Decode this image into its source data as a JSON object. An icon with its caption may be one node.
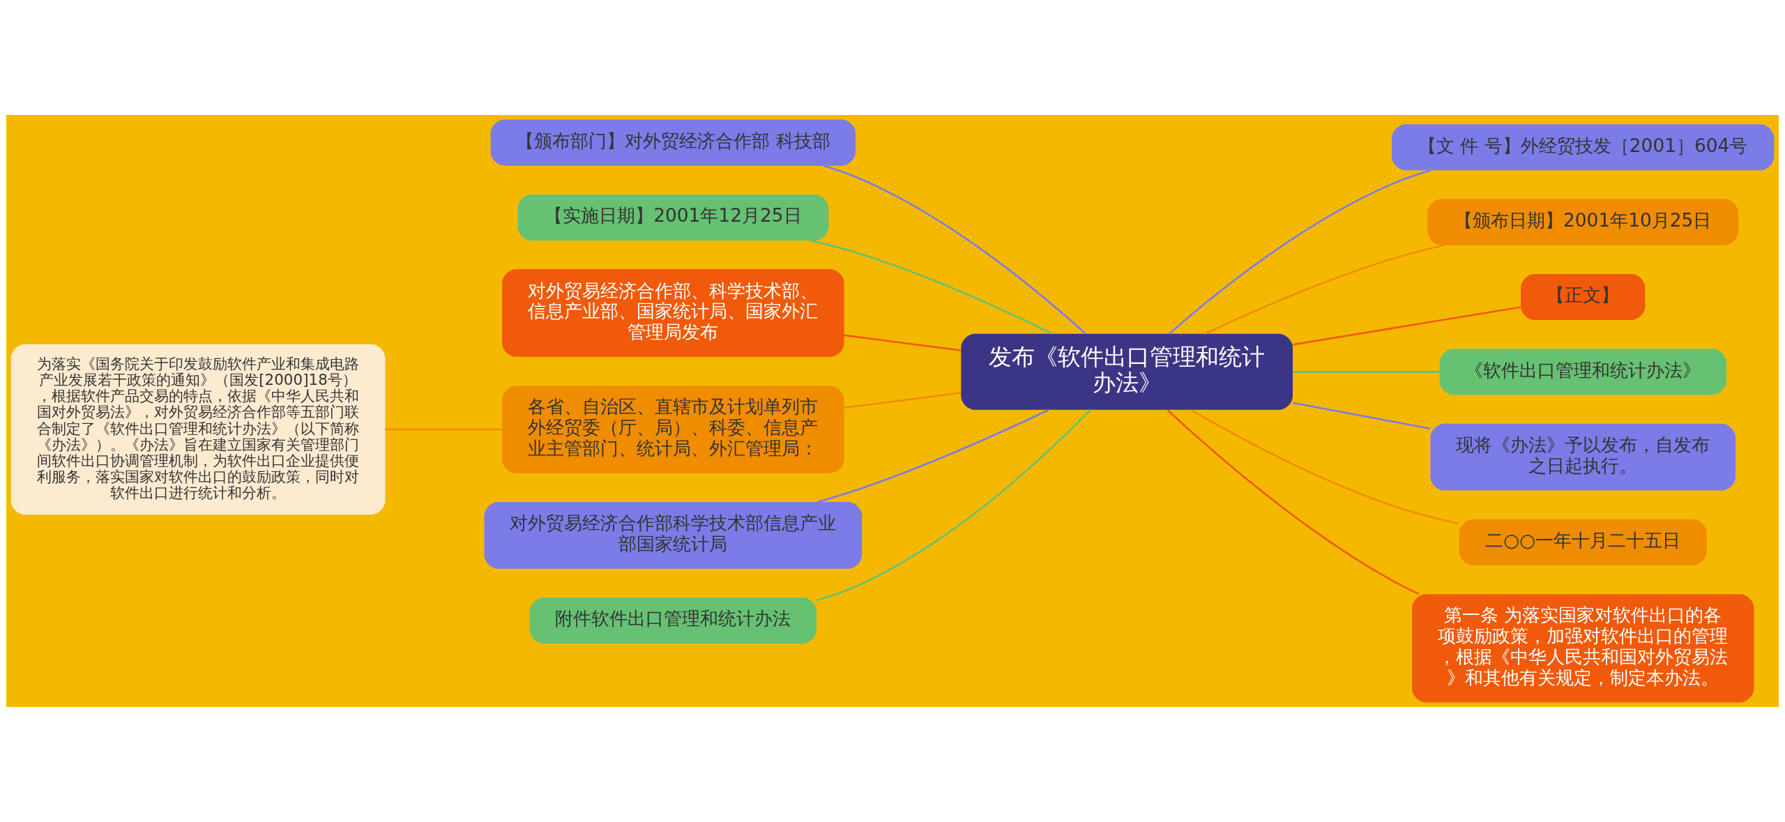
{
  "diagram": {
    "nodes": [
      {
        "text": [
          "发布《软件出口管理和统计办法》"
        ]
      },
      {
        "text": [
          "【颁布部门】对外贸经济合作部 科技部"
        ]
      },
      {
        "text": [
          "【实施日期】2001年12月25日"
        ]
      },
      {
        "text": [
          "对外贸易经济合作部、科学技术部、信息产业部、国家统计局、国家外汇管理局发布"
        ]
      },
      {
        "text": [
          "各省、自治区、直辖市及计划单列市外经贸委（厅、局）、科委、信息产业主管部门、统计局、外汇管理局："
        ]
      },
      {
        "text": [
          "为落实《国务院关于印发鼓励软件产业和集成电路产业发展若干政策的通知》（国发[2000]18号），根据软件产品交易的特点，依据《中华人民共和国对外贸易法》，对外贸易经济合作部等五部门联合制定了《软件出口管理和统计办法》（以下简称《办法》）。《办法》旨在建立国家有关管理部门间软件出口协调管理机制，为软件出口企业提供便利服务，落实国家对软件出口的鼓励政策，同时对软件出口进行统计和分析。"
        ]
      },
      {
        "text": [
          "对外贸易经济合作部科学技术部信息产业部国家统计局"
        ]
      },
      {
        "text": [
          "附件软件出口管理和统计办法"
        ]
      },
      {
        "text": [
          "【文 件 号】外经贸技发［2001］604号"
        ]
      },
      {
        "text": [
          "【颁布日期】2001年10月25日"
        ]
      },
      {
        "text": [
          "【正文】"
        ]
      },
      {
        "text": [
          "《软件出口管理和统计办法》"
        ]
      },
      {
        "text": [
          "现将《办法》予以发布，自发布之日起执行。"
        ]
      },
      {
        "text": [
          "二○○一年十月二十五日"
        ]
      },
      {
        "text": [
          "第一条 为落实国家对软件出口的各项鼓励政策，加强对软件出口的管理，根据《中华人民共和国对外贸易法》和其他有关规定，制定本办法。"
        ]
      }
    ],
    "edges": [
      {
        "from": 0,
        "to": 1,
        "arrow": "none",
        "color": "#7b7ce8"
      },
      {
        "from": 0,
        "to": 2,
        "arrow": "none",
        "color": "#66c172"
      },
      {
        "from": 0,
        "to": 3,
        "arrow": "none",
        "color": "#f05a0a"
      },
      {
        "from": 0,
        "to": 4,
        "arrow": "none",
        "color": "#f08c00"
      },
      {
        "from": 4,
        "to": 5,
        "arrow": "none",
        "color": "#f08c00"
      },
      {
        "from": 0,
        "to": 6,
        "arrow": "none",
        "color": "#7b7ce8"
      },
      {
        "from": 0,
        "to": 7,
        "arrow": "none",
        "color": "#66c172"
      },
      {
        "from": 0,
        "to": 8,
        "arrow": "none",
        "color": "#7b7ce8"
      },
      {
        "from": 0,
        "to": 9,
        "arrow": "none",
        "color": "#f08c00"
      },
      {
        "from": 0,
        "to": 10,
        "arrow": "none",
        "color": "#f05a0a"
      },
      {
        "from": 0,
        "to": 11,
        "arrow": "none",
        "color": "#66c172"
      },
      {
        "from": 0,
        "to": 12,
        "arrow": "none",
        "color": "#7b7ce8"
      },
      {
        "from": 0,
        "to": 13,
        "arrow": "none",
        "color": "#f08c00"
      },
      {
        "from": 0,
        "to": 14,
        "arrow": "none",
        "color": "#f05a0a"
      }
    ]
  }
}
